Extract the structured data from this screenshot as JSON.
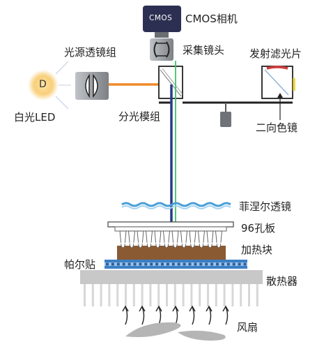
{
  "labels": {
    "cmos_camera": "CMOS相机",
    "cmos_chip": "CMOS",
    "light_lens": "光源透镜组",
    "collect_lens": "采集镜头",
    "emission_filter": "发射滤光片",
    "white_led": "白光LED",
    "led_letter": "D",
    "splitter": "分光模组",
    "dichroic": "二向色镜",
    "fresnel": "菲涅尔透镜",
    "plate96": "96孔板",
    "heat_block": "加热块",
    "peltier": "帕尔贴",
    "heatsink": "散热器",
    "fan": "风扇"
  },
  "colors": {
    "camera_body": "#2d2f52",
    "excitation_beam": "#f08a2a",
    "excitation_down": "#2b3a88",
    "emission_beam": "#3cc46a",
    "filter_red": "#d13c3c",
    "filter_yellow": "#e6d23a",
    "fresnel": "#4a9fd6",
    "heat_block": "#8a5a33",
    "peltier": "#3b7fc4",
    "heatsink": "#c8c8c8",
    "fan": "#b5b5b5",
    "led_glow": "#f7c35a"
  }
}
